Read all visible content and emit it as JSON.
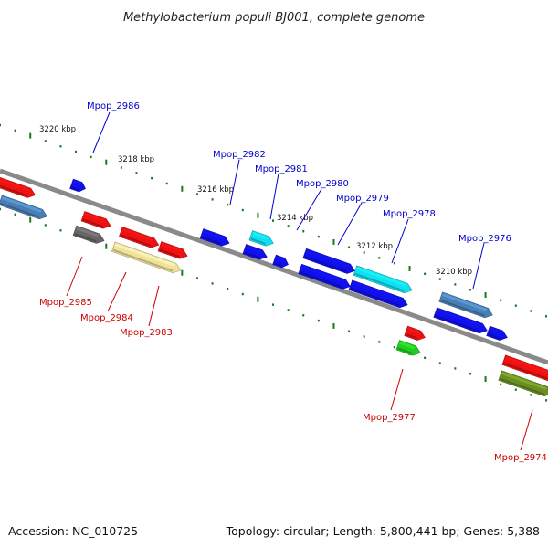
{
  "title": "Methylobacterium populi BJ001, complete genome",
  "accession": "Accession: NC_010725",
  "topology": "Topology: circular; Length: 5,800,441 bp; Genes: 5,388",
  "ruler_labels": [
    "3220 kbp",
    "3218 kbp",
    "3216 kbp",
    "3214 kbp",
    "3212 kbp",
    "3210 kbp"
  ],
  "gene_labels": {
    "top": [
      "Mpop_2986",
      "Mpop_2982",
      "Mpop_2981",
      "Mpop_2980",
      "Mpop_2979",
      "Mpop_2978",
      "Mpop_2976"
    ],
    "bottom": [
      "Mpop_2985",
      "Mpop_2984",
      "Mpop_2983",
      "Mpop_2977",
      "Mpop_2974"
    ]
  },
  "colors": {
    "top_label": "#0000cc",
    "bottom_label": "#cc0000",
    "tick": "#1a7a1a",
    "backbone": "#8a8a8a",
    "blue": "#1010ee",
    "red": "#ee1111",
    "cyan": "#11e0f0",
    "steel": "#4a7fb5",
    "gray": "#666666",
    "khaki": "#f0e29a",
    "green": "#22cc22",
    "olive": "#6b8e23"
  }
}
